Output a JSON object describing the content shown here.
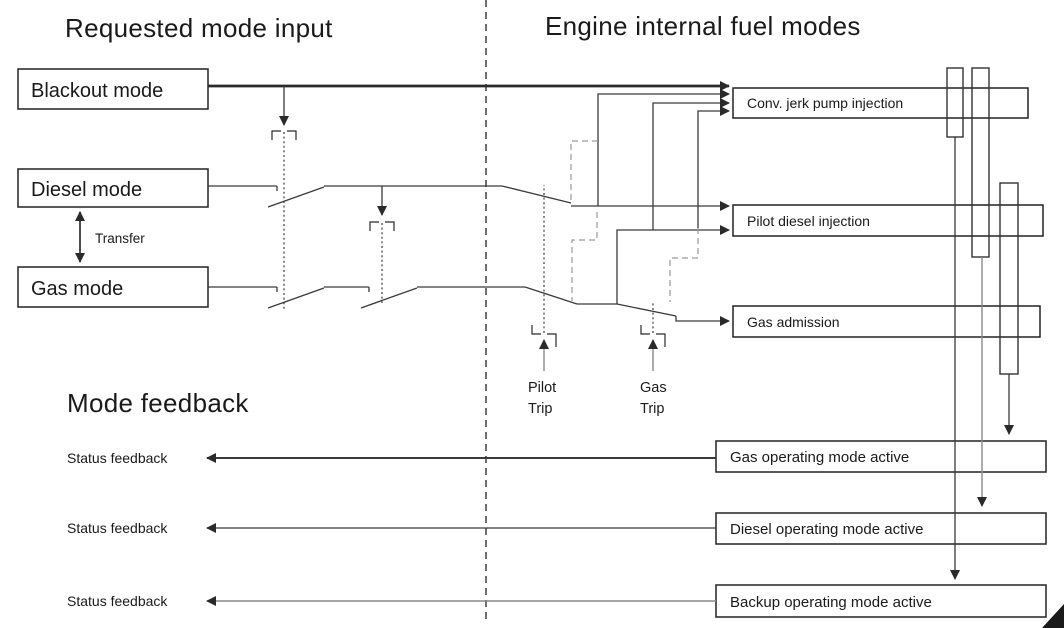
{
  "titles": {
    "requested": "Requested mode input",
    "engine": "Engine internal fuel modes",
    "feedback": "Mode feedback"
  },
  "input_boxes": {
    "blackout": "Blackout mode",
    "diesel": "Diesel mode",
    "gas": "Gas mode"
  },
  "transfer_label": "Transfer",
  "fuel_mode_boxes": {
    "conv": "Conv. jerk pump injection",
    "pilot": "Pilot diesel injection",
    "gas_admission": "Gas admission"
  },
  "trips": {
    "pilot": {
      "line1": "Pilot",
      "line2": "Trip"
    },
    "gas": {
      "line1": "Gas",
      "line2": "Trip"
    }
  },
  "status_feedback": {
    "row1": "Status feedback",
    "row2": "Status feedback",
    "row3": "Status feedback"
  },
  "active_boxes": {
    "gas": "Gas operating mode active",
    "diesel": "Diesel operating mode active",
    "backup": "Backup operating mode active"
  },
  "colors": {
    "line": "#3a3a3a",
    "gray_line": "#8a8a8a",
    "background": "#ffffff"
  }
}
